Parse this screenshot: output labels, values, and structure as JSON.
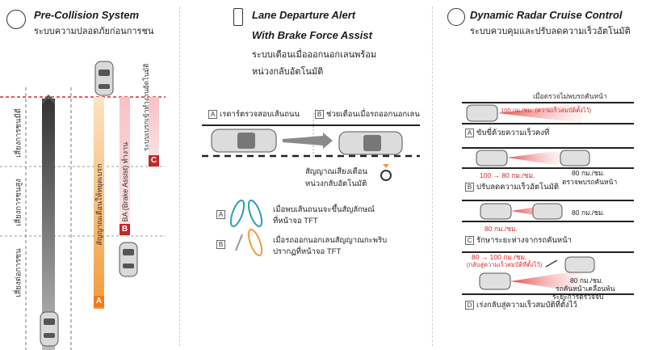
{
  "pcs": {
    "title": "Pre-Collision System",
    "subtitle": "ระบบความปลอดภัยก่อนการชน",
    "zones": [
      "เสี่ยงการชนมีดี",
      "เสี่ยงการชนสูง",
      "เสี่ยงต่อการชน"
    ],
    "bars": {
      "alert": "สัญญาณเตือนให้หยุดเบรก",
      "ba": "BA (Brake Assist) ทำงาน",
      "auto": "ระบบเบรกเข้าทำงานอัตโนมัติ"
    },
    "labels": {
      "a": "A",
      "b": "B",
      "c": "C"
    }
  },
  "lda": {
    "title_line1": "Lane Departure Alert",
    "title_line2": "With Brake Force Assist",
    "subtitle_line1": "ระบบเตือนเมื่อออกนอกเลนพร้อม",
    "subtitle_line2": "หน่วงกลับอัตโนมัติ",
    "a_label": "A",
    "a_text": "เรดาร์ตรวจสอบเส้นถนน",
    "b_label": "B",
    "b_text": "ช่วยเตือนเมื่อรถออกนอกเลน",
    "signal_line1": "สัญญาณเสียงเตือน",
    "signal_line2": "หน่วงกลับอัตโนมัติ",
    "legend_a_line1": "เมื่อพบเส้นถนนจะขึ้นสัญลักษณ์",
    "legend_a_line2": "ที่หน้าจอ TFT",
    "legend_b_line1": "เมื่อรถออกนอกเลนสัญญาณกะพริบ",
    "legend_b_line2": "ปรากฏที่หน้าจอ TFT"
  },
  "drcc": {
    "title": "Dynamic Radar Cruise Control",
    "subtitle": "ระบบควบคุมและปรับลดความเร็วอัตโนมัติ",
    "s1": {
      "label": "A",
      "caption": "ขับขี่ด้วยความเร็วคงที่",
      "note": "เมื่อตรวจไม่พบรถคันหน้า",
      "speed": "100 กม./ชม. (ความเร็วสมบัติตั้งไว้)"
    },
    "s2": {
      "label": "B",
      "caption": "ปรับลดความเร็วอัตโนมัติ",
      "speed": "100 → 80 กม./ชม.",
      "right1": "80 กม./ชม.",
      "right2": "ตรวจพบรถคันหน้า"
    },
    "s3": {
      "label": "C",
      "caption": "รักษาระยะห่างจากรถคันหน้า",
      "speed": "80 กม./ชม.",
      "right": "80 กม./ชม."
    },
    "s4": {
      "label": "D",
      "caption": "เร่งกลับสู่ความเร็วสมบัติที่ตั้งไว้",
      "speed1": "80 → 100 กม./ชม.",
      "speed2": "(กลับสู่ความเร็วสมบัติที่ตั้งไว้)",
      "right1": "80 กม./ชม.",
      "right2": "รถคันหน้าเคลื่อนพ้น",
      "right3": "ระยะการตรวจจับ"
    }
  },
  "colors": {
    "orange": "#f39a3c",
    "red": "#c0282d",
    "pink": "#f4b9be",
    "gray_bar": "#555555"
  }
}
